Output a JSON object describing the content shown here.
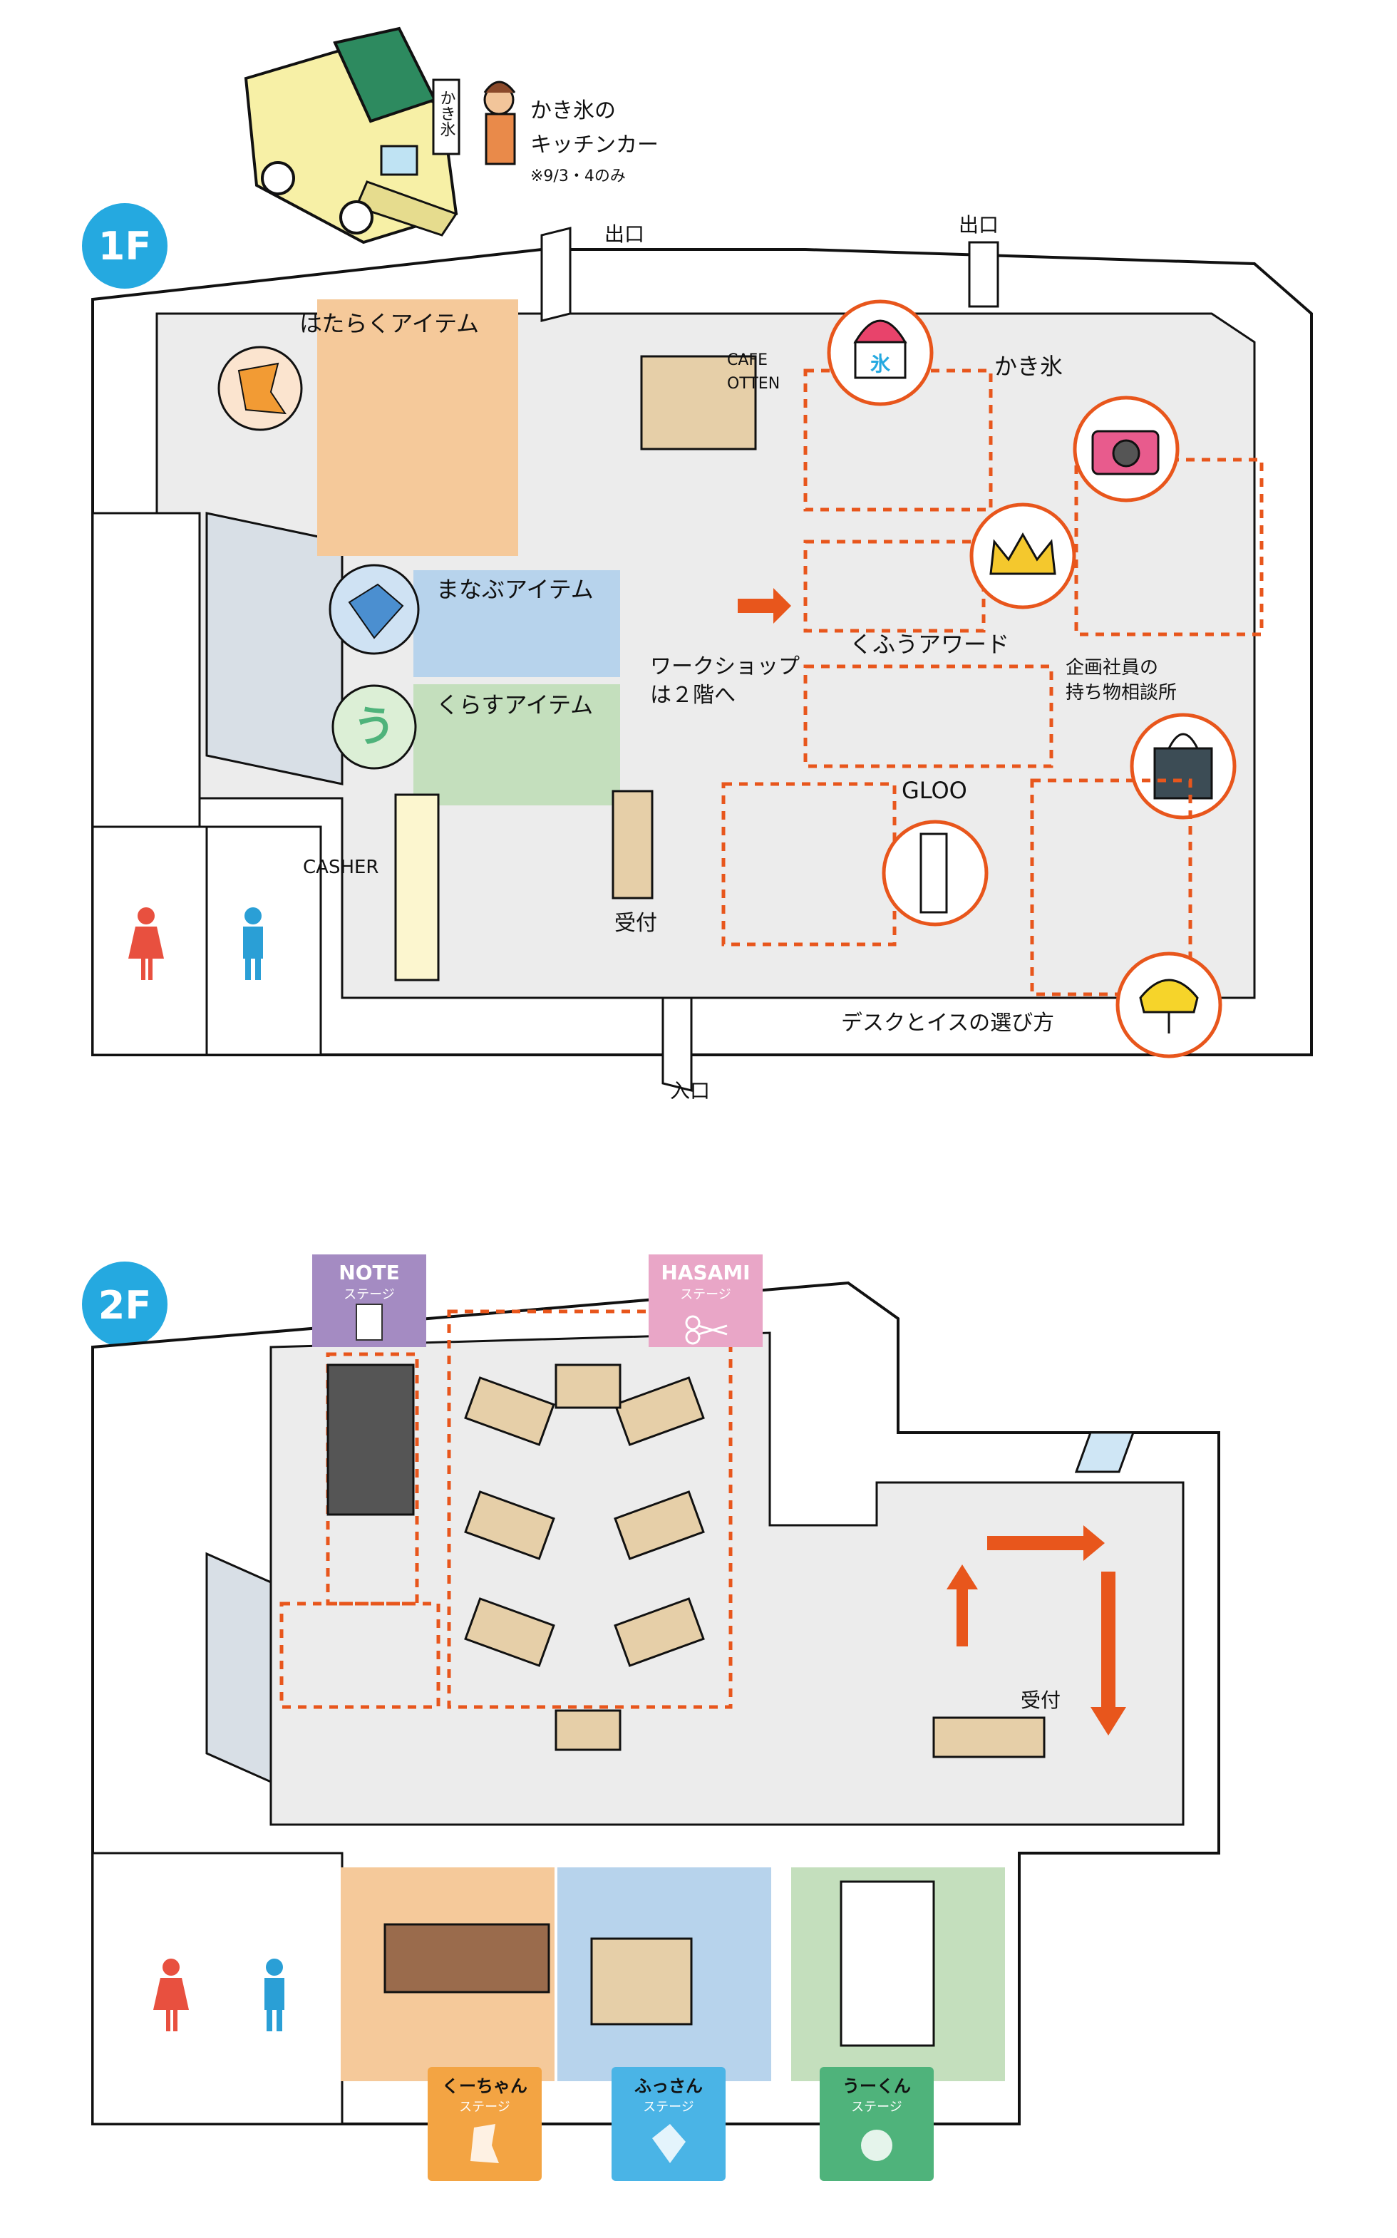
{
  "kitchen_car": {
    "sign": "かき氷",
    "label_line1": "かき氷の",
    "label_line2": "キッチンカー",
    "note": "※9/3・4のみ"
  },
  "floor1": {
    "badge": "1F",
    "exit_top_left": "出口",
    "exit_top_right": "出口",
    "entrance": "入口",
    "hataraku": "はたらくアイテム",
    "manabu": "まなぶアイテム",
    "kurasu": "くらすアイテム",
    "cafe_line1": "CAFE",
    "cafe_line2": "OTTEN",
    "kakigori": "かき氷",
    "workshop_line1": "ワークショップ",
    "workshop_line2": "は２階へ",
    "kufuu_award": "くふうアワード",
    "consult_line1": "企画社員の",
    "consult_line2": "持ち物相談所",
    "gloo": "GLOO",
    "casher": "CASHER",
    "reception": "受付",
    "desk_chair": "デスクとイスの選び方",
    "ice_icon_text": "氷"
  },
  "floor2": {
    "badge": "2F",
    "note_stage_title": "NOTE",
    "note_stage_sub": "ステージ",
    "hasami_stage_title": "HASAMI",
    "hasami_stage_sub": "ステージ",
    "reception": "受付",
    "kuchan_title": "くーちゃん",
    "kuchan_sub": "ステージ",
    "fussan_title": "ふっさん",
    "fussan_sub": "ステージ",
    "ukun_title": "うーくん",
    "ukun_sub": "ステージ"
  },
  "icons": [
    "delivery-van-icon",
    "shaved-ice-icon",
    "camera-icon",
    "crown-icon",
    "tote-bag-icon",
    "chair-icon",
    "lamp-icon",
    "restroom-female-icon",
    "restroom-male-icon",
    "scissors-icon",
    "notebook-icon",
    "arrow-icon"
  ],
  "colors": {
    "badge_blue": "#25a9e0",
    "orange_zone": "#f5c99a",
    "blue_zone": "#b7d3ec",
    "green_zone": "#c4dfbd",
    "floor_gray": "#ececec",
    "accent_orange": "#e8561c",
    "note_purple": "#a48bc2",
    "hasami_pink": "#e9a6c7",
    "stage_orange": "#f3a443",
    "stage_blue": "#4ab4e6",
    "stage_green": "#4fb37b",
    "female_red": "#e8503f",
    "male_blue": "#2a9fd6"
  }
}
